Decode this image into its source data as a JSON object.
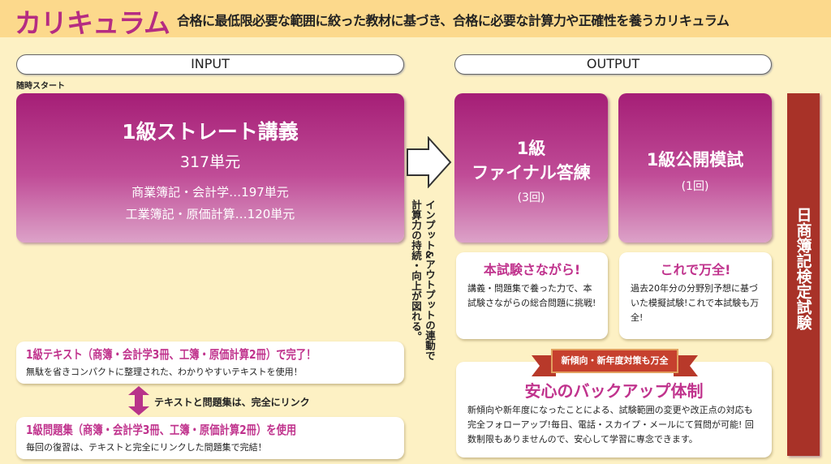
{
  "header": {
    "title": "カリキュラム",
    "subtitle": "合格に最低限必要な範囲に絞った教材に基づき、合格に必要な計算力や正確性を養うカリキュラム"
  },
  "input": {
    "label": "INPUT",
    "start_note": "随時スタート",
    "lecture": {
      "title": "1級ストレート講義",
      "units": "317単元",
      "line1": "商業簿記・会計学…197単元",
      "line2": "工業簿記・原価計算…120単元"
    },
    "text_card": {
      "title": "1級テキスト（商簿・会計学3冊、工簿・原価計算2冊）で完了！",
      "desc": "無駄を省きコンパクトに整理された、わかりやすいテキストを使用！"
    },
    "link_note": "テキストと問題集は、完全にリンク",
    "workbook_card": {
      "title": "1級問題集（商簿・会計学3冊、工簿・原価計算2冊）を使用",
      "desc": "毎回の復習は、テキストと完全にリンクした問題集で完結！"
    }
  },
  "arrow_note": {
    "line1": "インプット&アウトプットの連動で",
    "line2": "計算力の持続・向上が図れる。"
  },
  "output": {
    "label": "OUTPUT",
    "final": {
      "line1": "1級",
      "line2": "ファイナル答練",
      "count": "(3回)",
      "card_title": "本試験さながら!",
      "card_desc": "講義・問題集で養った力で、本試験さながらの総合問題に挑戦!"
    },
    "mock": {
      "title": "1級公開模試",
      "count": "(1回)",
      "card_title": "これで万全!",
      "card_desc": "過去20年分の分野別予想に基づいた模擬試験!これで本試験も万全!"
    },
    "backup": {
      "ribbon": "新傾向・新年度対策も万全",
      "title": "安心のバックアップ体制",
      "desc": "新傾向や新年度になったことによる、試験範囲の変更や改正点の対応も完全フォローアップ!毎日、電話・スカイプ・メールにて質問が可能! 回数制限もありませんので、安心して学習に専念できます。"
    }
  },
  "exam": {
    "label": "日商簿記検定試験"
  }
}
